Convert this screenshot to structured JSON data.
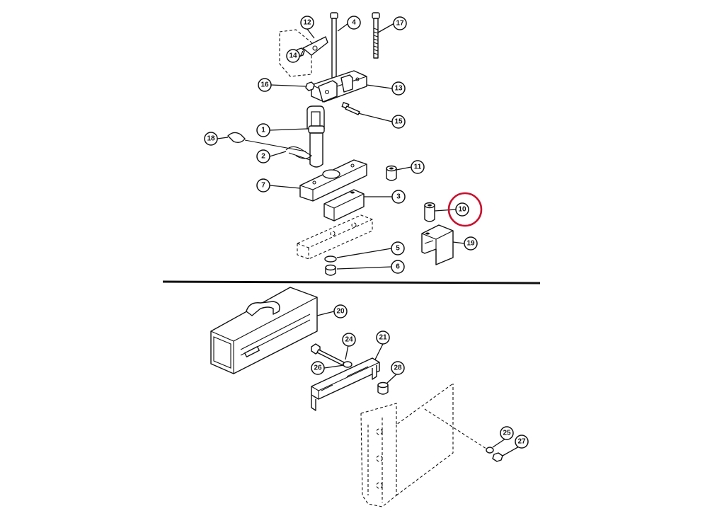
{
  "diagram": {
    "callouts": [
      {
        "id": "c1",
        "label": "1"
      },
      {
        "id": "c2",
        "label": "2"
      },
      {
        "id": "c3",
        "label": "3"
      },
      {
        "id": "c4",
        "label": "4"
      },
      {
        "id": "c5",
        "label": "5"
      },
      {
        "id": "c6",
        "label": "6"
      },
      {
        "id": "c7",
        "label": "7"
      },
      {
        "id": "c10",
        "label": "10"
      },
      {
        "id": "c11",
        "label": "11"
      },
      {
        "id": "c12",
        "label": "12"
      },
      {
        "id": "c13",
        "label": "13"
      },
      {
        "id": "c14",
        "label": "14"
      },
      {
        "id": "c15",
        "label": "15"
      },
      {
        "id": "c16",
        "label": "16"
      },
      {
        "id": "c17",
        "label": "17"
      },
      {
        "id": "c18",
        "label": "18"
      },
      {
        "id": "c19",
        "label": "19"
      },
      {
        "id": "c20",
        "label": "20"
      },
      {
        "id": "c21",
        "label": "21"
      },
      {
        "id": "c24",
        "label": "24"
      },
      {
        "id": "c25",
        "label": "25"
      },
      {
        "id": "c26",
        "label": "26"
      },
      {
        "id": "c27",
        "label": "27"
      },
      {
        "id": "c28",
        "label": "28"
      }
    ],
    "highlight_color": "#c8102e",
    "highlighted_callout": "10"
  }
}
